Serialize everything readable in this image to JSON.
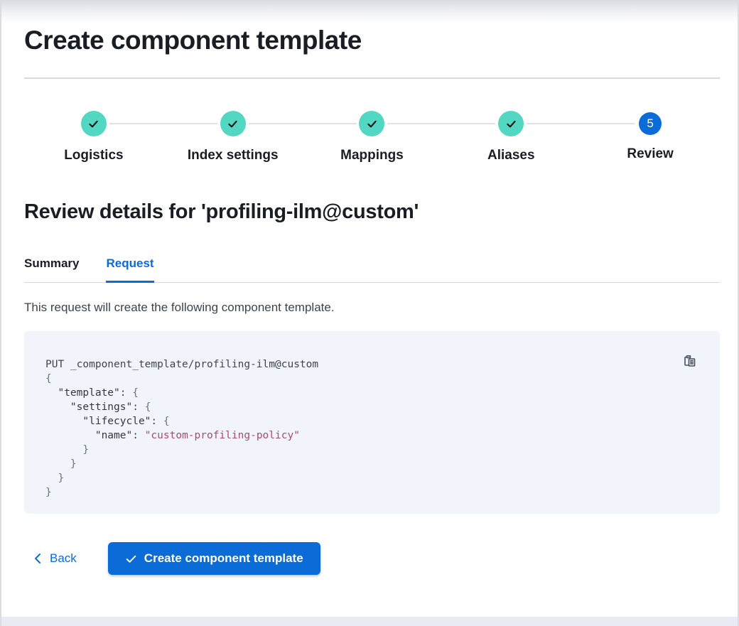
{
  "page": {
    "title": "Create component template"
  },
  "stepper": {
    "steps": [
      {
        "id": "logistics",
        "label": "Logistics",
        "status": "complete",
        "icon": "check-icon"
      },
      {
        "id": "index-settings",
        "label": "Index settings",
        "status": "complete",
        "icon": "check-icon"
      },
      {
        "id": "mappings",
        "label": "Mappings",
        "status": "complete",
        "icon": "check-icon"
      },
      {
        "id": "aliases",
        "label": "Aliases",
        "status": "complete",
        "icon": "check-icon"
      },
      {
        "id": "review",
        "label": "Review",
        "status": "current",
        "number": "5"
      }
    ]
  },
  "review": {
    "heading": "Review details for 'profiling-ilm@custom'"
  },
  "tabs": [
    {
      "label": "Summary",
      "active": false
    },
    {
      "label": "Request",
      "active": true
    }
  ],
  "request_tab": {
    "description": "This request will create the following component template."
  },
  "code": {
    "copy_icon": "copy-clipboard-icon",
    "lines": [
      [
        [
          "plain",
          "PUT _component_template/profiling-ilm@custom"
        ]
      ],
      [
        [
          "punct",
          "{"
        ]
      ],
      [
        [
          "key",
          "  \"template\""
        ],
        [
          "plain",
          ": "
        ],
        [
          "punct",
          "{"
        ]
      ],
      [
        [
          "key",
          "    \"settings\""
        ],
        [
          "plain",
          ": "
        ],
        [
          "punct",
          "{"
        ]
      ],
      [
        [
          "key",
          "      \"lifecycle\""
        ],
        [
          "plain",
          ": "
        ],
        [
          "punct",
          "{"
        ]
      ],
      [
        [
          "key",
          "        \"name\""
        ],
        [
          "plain",
          ": "
        ],
        [
          "string",
          "\"custom-profiling-policy\""
        ]
      ],
      [
        [
          "punct",
          "      }"
        ]
      ],
      [
        [
          "punct",
          "    }"
        ]
      ],
      [
        [
          "punct",
          "  }"
        ]
      ],
      [
        [
          "punct",
          "}"
        ]
      ]
    ]
  },
  "footer": {
    "back_label": "Back",
    "back_icon": "chevron-left-icon",
    "create_label": "Create component template",
    "create_icon": "check-icon"
  },
  "colors": {
    "primary_blue": "#0b6cd8",
    "step_complete_teal": "#52d8c2",
    "code_background": "#f1f4fa",
    "code_string": "#a84c6f",
    "divider": "#d4dbe4"
  }
}
